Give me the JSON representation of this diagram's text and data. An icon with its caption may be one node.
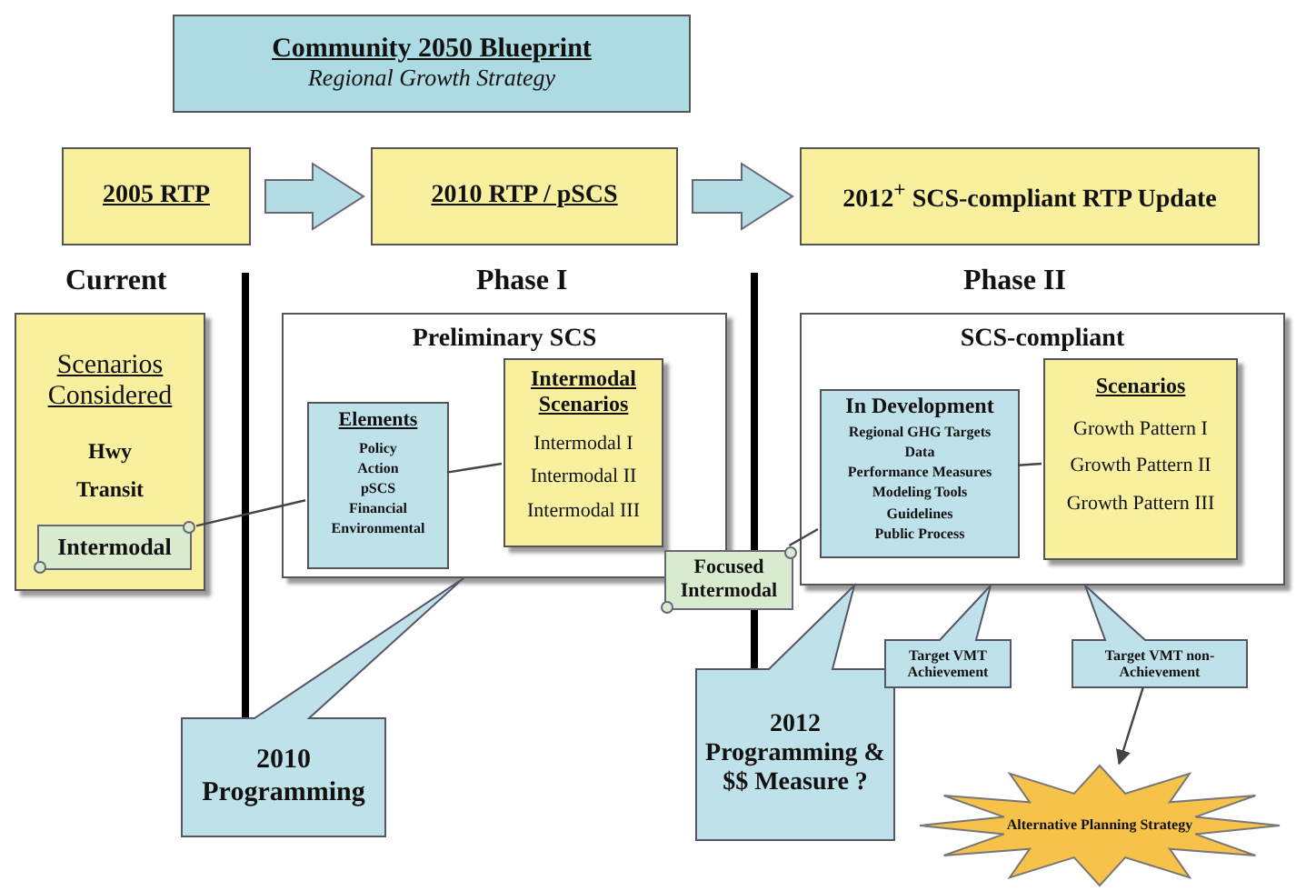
{
  "diagram": {
    "nodes": [
      {
        "text": [
          "Community 2050 Blueprint",
          "Regional Growth Strategy"
        ]
      },
      {
        "text": [
          "2005 RTP"
        ]
      },
      {
        "text": [
          "2010 RTP / pSCS"
        ]
      },
      {
        "text": [
          "2012$^{+}$ SCS-compliant RTP Update"
        ]
      },
      {
        "text": [
          "Scenarios Considered",
          "Hwy",
          "Transit"
        ]
      },
      {
        "text": [
          "Intermodal"
        ],
        "in": 4
      },
      {
        "text": [
          "Preliminary SCS"
        ]
      },
      {
        "text": [
          "Elements",
          "Policy",
          "Action",
          "pSCS",
          "Financial",
          "Environmental"
        ],
        "in": 6
      },
      {
        "text": [
          "Intermodal Scenarios",
          "Intermodal I",
          "Intermodal II",
          "Intermodal III"
        ],
        "in": 6
      },
      {
        "text": [
          "Focused Intermodal"
        ]
      },
      {
        "text": [
          "SCS-compliant"
        ]
      },
      {
        "text": [
          "In Development",
          "Regional GHG Targets",
          "Data",
          "Performance Measures",
          "Modeling Tools",
          "Guidelines",
          "Public Process"
        ],
        "in": 10
      },
      {
        "text": [
          "Scenarios",
          "Growth Pattern I",
          "Growth Pattern II",
          "Growth Pattern III"
        ],
        "in": 10
      },
      {
        "text": [
          "2010 Programming"
        ]
      },
      {
        "text": [
          "2012 Programming & $$ Measure ?"
        ]
      },
      {
        "text": [
          "Target VMT Achievement"
        ]
      },
      {
        "text": [
          "Target VMT non-Achievement"
        ]
      },
      {
        "text": [
          "Alternative Planning Strategy"
        ]
      }
    ],
    "edges": [
      {
        "from": 1,
        "to": 2,
        "arrow": "to",
        "style": "thick"
      },
      {
        "from": 2,
        "to": 3,
        "arrow": "to",
        "style": "thick"
      },
      {
        "from": 5,
        "to": 7,
        "arrow": "none"
      },
      {
        "from": 7,
        "to": 8,
        "arrow": "none"
      },
      {
        "from": 9,
        "to": 11,
        "arrow": "none"
      },
      {
        "from": 11,
        "to": 12,
        "arrow": "none"
      },
      {
        "from": 16,
        "to": 17,
        "arrow": "to"
      }
    ],
    "labels": [
      "Current",
      "Phase I",
      "Phase II"
    ]
  }
}
